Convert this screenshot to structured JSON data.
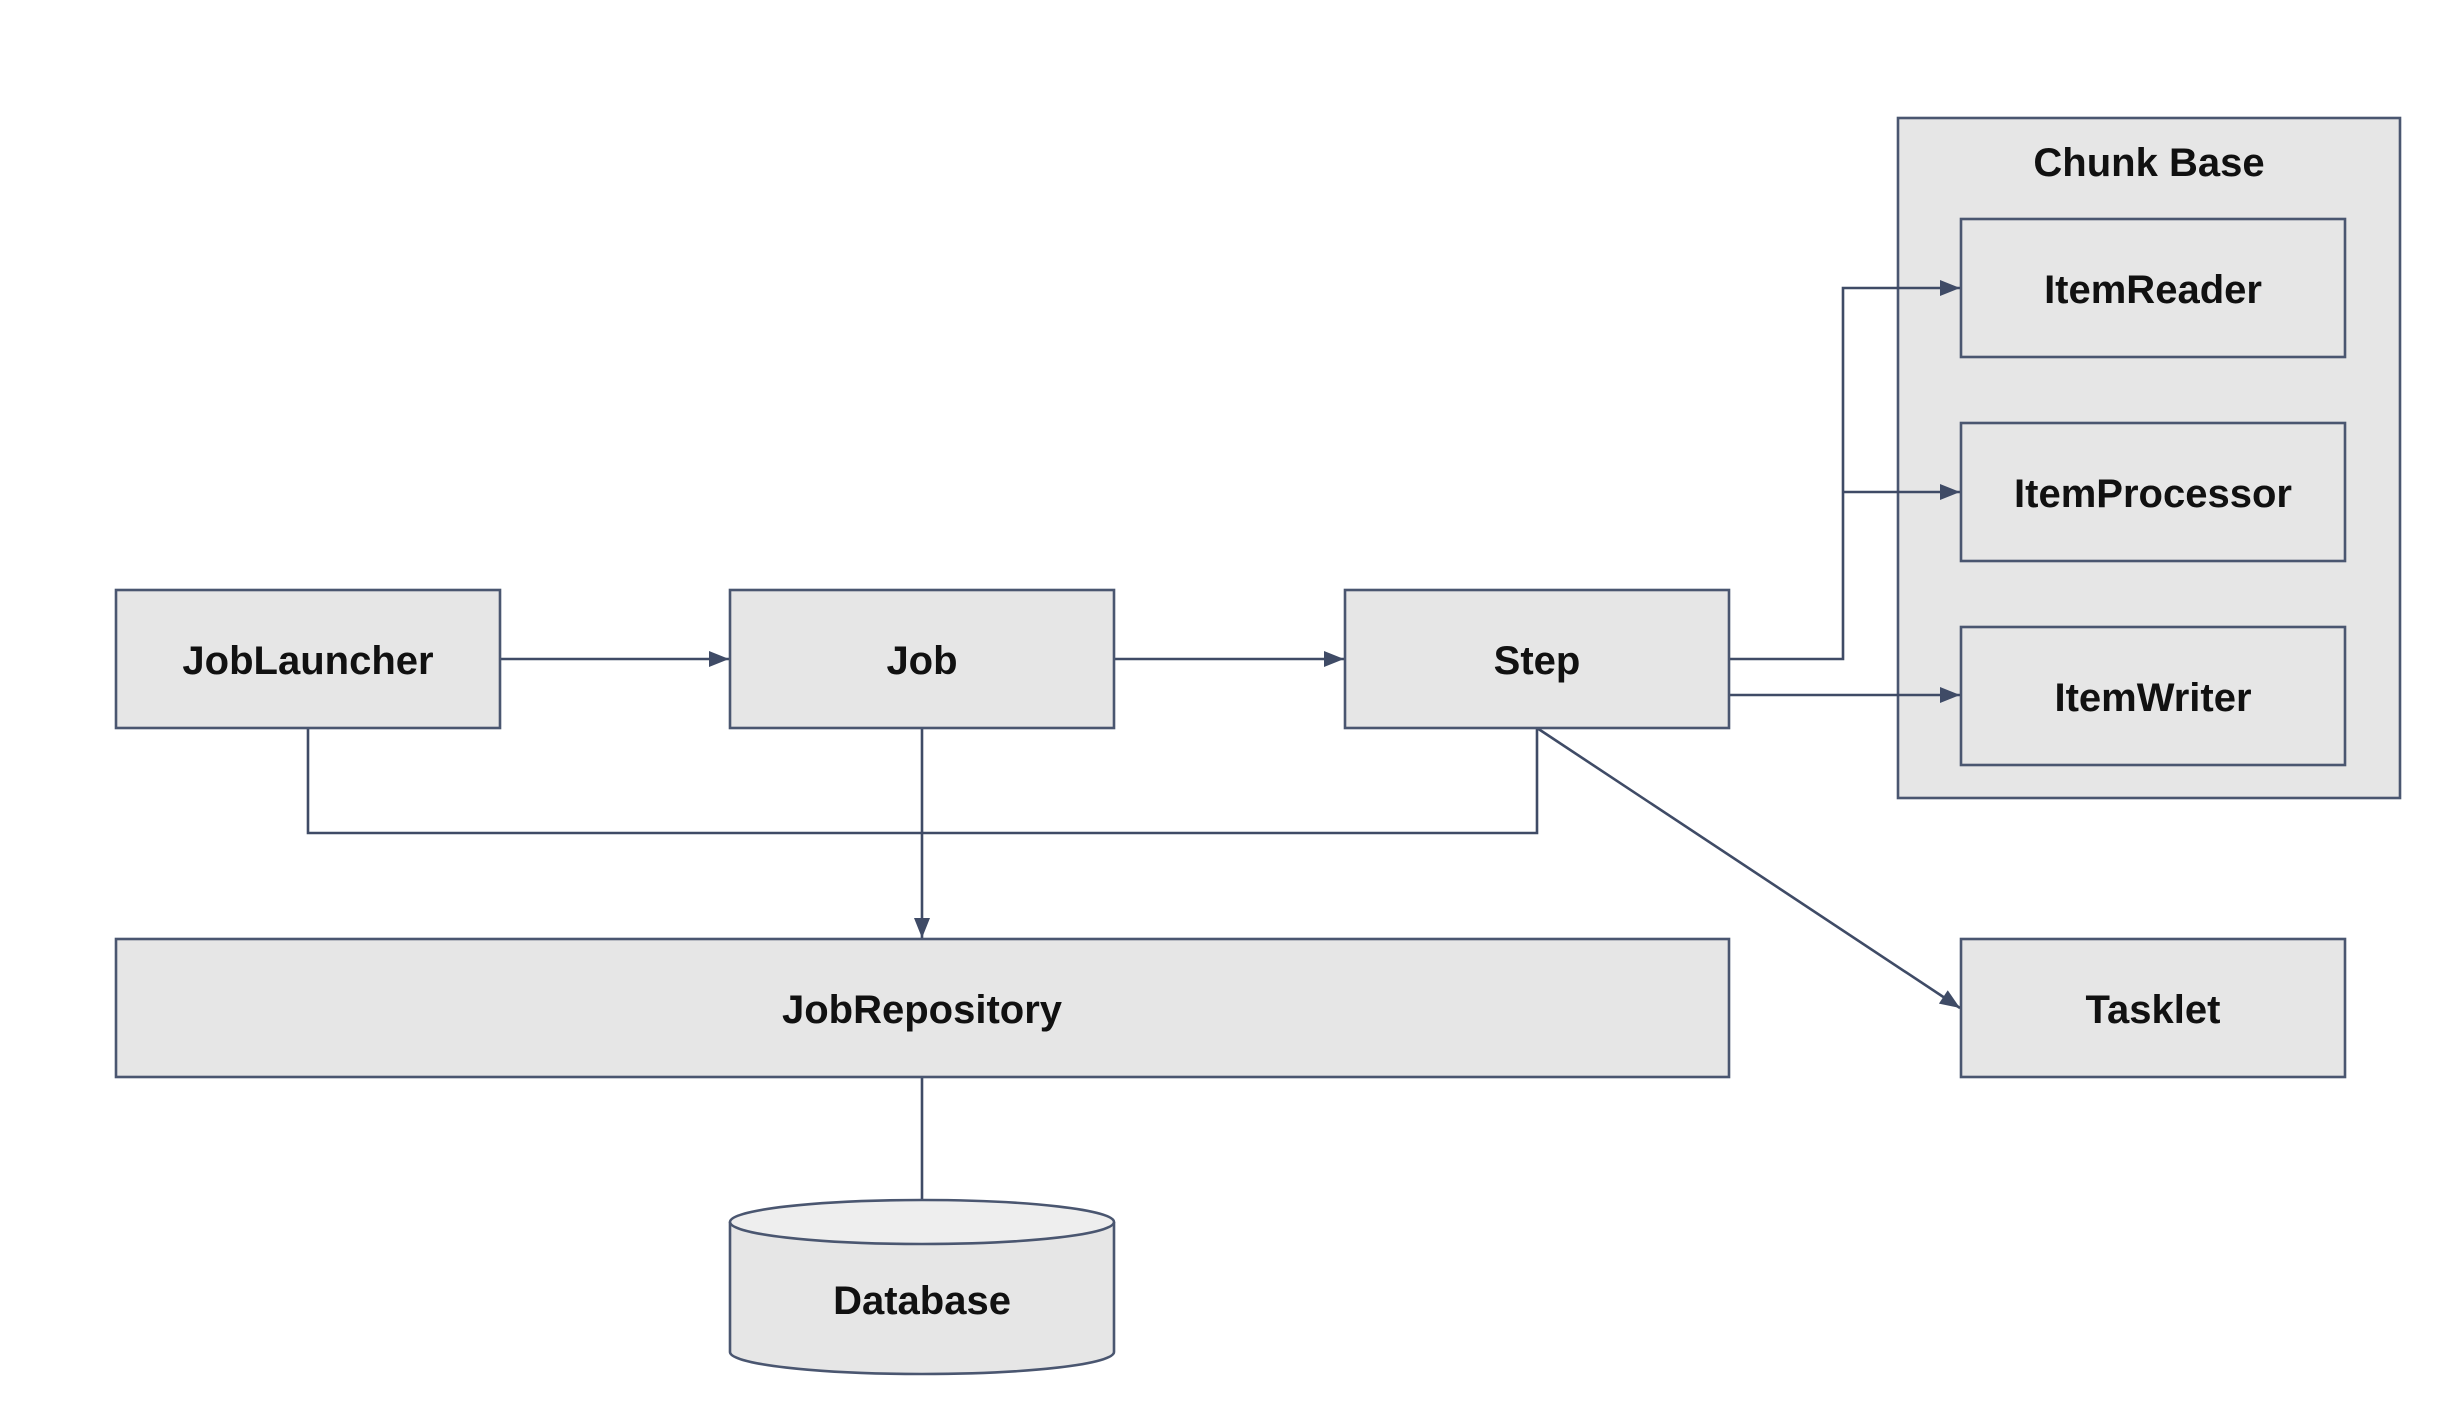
{
  "diagram": {
    "nodes": {
      "job_launcher": "JobLauncher",
      "job": "Job",
      "step": "Step",
      "job_repository": "JobRepository",
      "database": "Database",
      "tasklet": "Tasklet",
      "item_reader": "ItemReader",
      "item_processor": "ItemProcessor",
      "item_writer": "ItemWriter"
    },
    "groups": {
      "chunk_base": "Chunk Base"
    },
    "edges": [
      {
        "from": "JobLauncher",
        "to": "Job"
      },
      {
        "from": "Job",
        "to": "Step"
      },
      {
        "from": "Step",
        "to": "ItemReader"
      },
      {
        "from": "Step",
        "to": "ItemProcessor"
      },
      {
        "from": "Step",
        "to": "ItemWriter"
      },
      {
        "from": "Step",
        "to": "Tasklet"
      },
      {
        "from": "JobLauncher",
        "to": "JobRepository"
      },
      {
        "from": "Job",
        "to": "JobRepository"
      },
      {
        "from": "Step",
        "to": "JobRepository"
      },
      {
        "from": "JobRepository",
        "to": "Database"
      }
    ],
    "colors": {
      "node_fill": "#e6e6e6",
      "node_stroke": "#4a5670",
      "edge": "#3f4b66",
      "text": "#111111"
    }
  }
}
